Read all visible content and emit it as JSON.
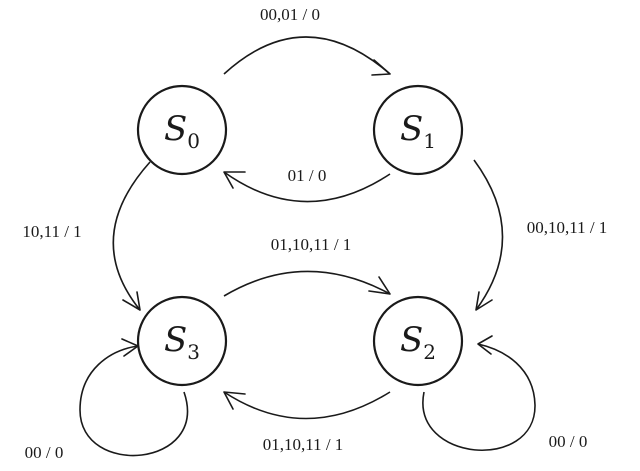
{
  "states": {
    "s0": {
      "name": "S",
      "sub": "0"
    },
    "s1": {
      "name": "S",
      "sub": "1"
    },
    "s2": {
      "name": "S",
      "sub": "2"
    },
    "s3": {
      "name": "S",
      "sub": "3"
    }
  },
  "transitions": {
    "s0_to_s1": "00,01 / 0",
    "s1_to_s0": "01 / 0",
    "s0_to_s3": "10,11 / 1",
    "s1_to_s2": "00,10,11 / 1",
    "s3_to_s2": "01,10,11 / 1",
    "s2_to_s3": "01,10,11 / 1",
    "s3_self": "00 / 0",
    "s2_self": "00 / 0"
  }
}
